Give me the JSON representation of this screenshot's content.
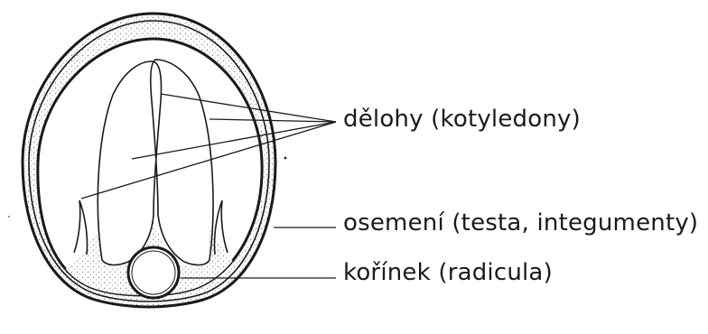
{
  "labels": {
    "cotyledons": "dělohy (kotyledony)",
    "testa": "osemení (testa, integumenty)",
    "radicle": "kořínek (radicula)"
  },
  "colors": {
    "ink": "#1a1a1a",
    "background": "#ffffff",
    "stipple": "#9a9a9a"
  }
}
